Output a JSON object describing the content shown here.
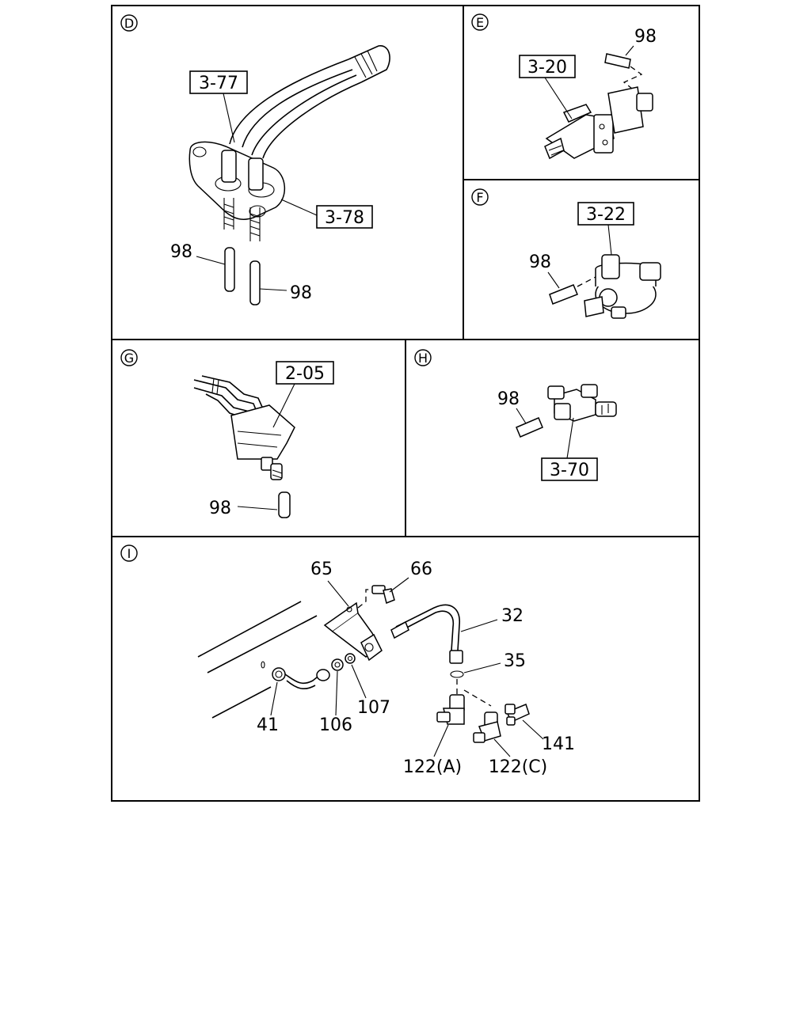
{
  "panels": {
    "D": {
      "marker": "D",
      "refs": [
        "3-77",
        "3-78"
      ],
      "labels": [
        "98",
        "98"
      ]
    },
    "E": {
      "marker": "E",
      "refs": [
        "3-20"
      ],
      "labels": [
        "98"
      ]
    },
    "F": {
      "marker": "F",
      "refs": [
        "3-22"
      ],
      "labels": [
        "98"
      ]
    },
    "G": {
      "marker": "G",
      "refs": [
        "2-05"
      ],
      "labels": [
        "98"
      ]
    },
    "H": {
      "marker": "H",
      "refs": [
        "3-70"
      ],
      "labels": [
        "98"
      ]
    },
    "I": {
      "marker": "I",
      "labels": [
        "65",
        "66",
        "32",
        "35",
        "41",
        "106",
        "107",
        "122(A)",
        "122(C)",
        "141"
      ]
    }
  }
}
